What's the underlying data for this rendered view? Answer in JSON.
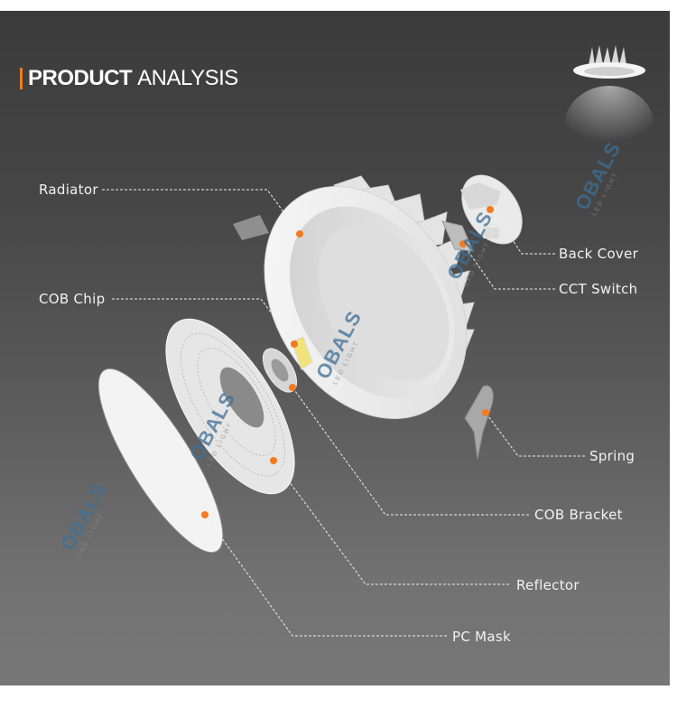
{
  "header": {
    "title_bold": "PRODUCT",
    "title_light": "ANALYSIS",
    "accent_color": "#f07a22"
  },
  "watermark": {
    "brand": "OBALS",
    "sub": "LED LIGHT"
  },
  "parts": [
    {
      "label": "Radiator",
      "side": "left"
    },
    {
      "label": "COB Chip",
      "side": "left"
    },
    {
      "label": "Back Cover",
      "side": "right"
    },
    {
      "label": "CCT Switch",
      "side": "right"
    },
    {
      "label": "Spring",
      "side": "right"
    },
    {
      "label": "COB Bracket",
      "side": "right"
    },
    {
      "label": "Reflector",
      "side": "right"
    },
    {
      "label": "PC Mask",
      "side": "right"
    }
  ],
  "colors": {
    "marker": "#f47a20",
    "leader_line": "#e8e8e8",
    "background_top": "#3b3b3b",
    "background_bottom": "#777777"
  }
}
